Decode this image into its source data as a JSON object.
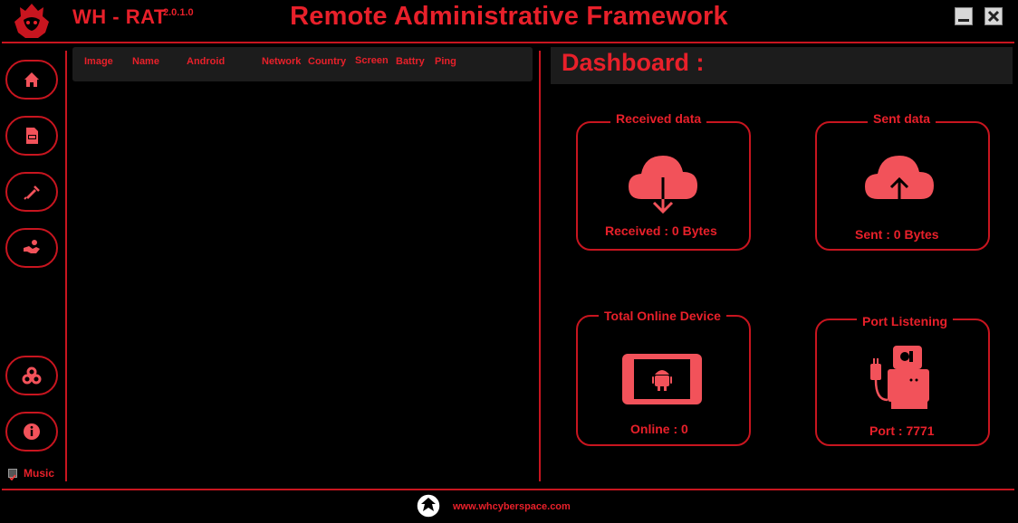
{
  "header": {
    "app_name": "WH - RAT",
    "version": "2.0.1.0",
    "title": "Remote Administrative Framework",
    "minimize_icon": "minimize-icon",
    "close_icon": "close-icon"
  },
  "sidebar": {
    "items": [
      {
        "icon": "home-icon"
      },
      {
        "icon": "apk-file-icon"
      },
      {
        "icon": "injection-icon"
      },
      {
        "icon": "handshake-icon"
      },
      {
        "icon": "settings-gears-icon"
      },
      {
        "icon": "info-icon"
      }
    ],
    "music_label": "Music",
    "music_checked": true
  },
  "device_table": {
    "columns": [
      "Image",
      "Name",
      "Android",
      "Network",
      "Country",
      "Screen",
      "Battry",
      "Ping"
    ],
    "rows": []
  },
  "dashboard": {
    "title": "Dashboard :",
    "cards": {
      "received": {
        "title": "Received data",
        "value": "Received : 0 Bytes",
        "icon": "cloud-download-icon"
      },
      "sent": {
        "title": "Sent data",
        "value": "Sent : 0 Bytes",
        "icon": "cloud-upload-icon"
      },
      "online": {
        "title": "Total Online Device",
        "value": "Online : 0",
        "icon": "android-phone-icon"
      },
      "port": {
        "title": "Port Listening",
        "value": "Port : 7771",
        "icon": "plug-socket-icon"
      }
    }
  },
  "footer": {
    "url": "www.whcyberspace.com",
    "logo_icon": "shield-eagle-logo"
  },
  "colors": {
    "accent": "#e8202a",
    "background": "#000000",
    "panel": "#1c1c1c",
    "icon_fill": "#f2525a"
  }
}
